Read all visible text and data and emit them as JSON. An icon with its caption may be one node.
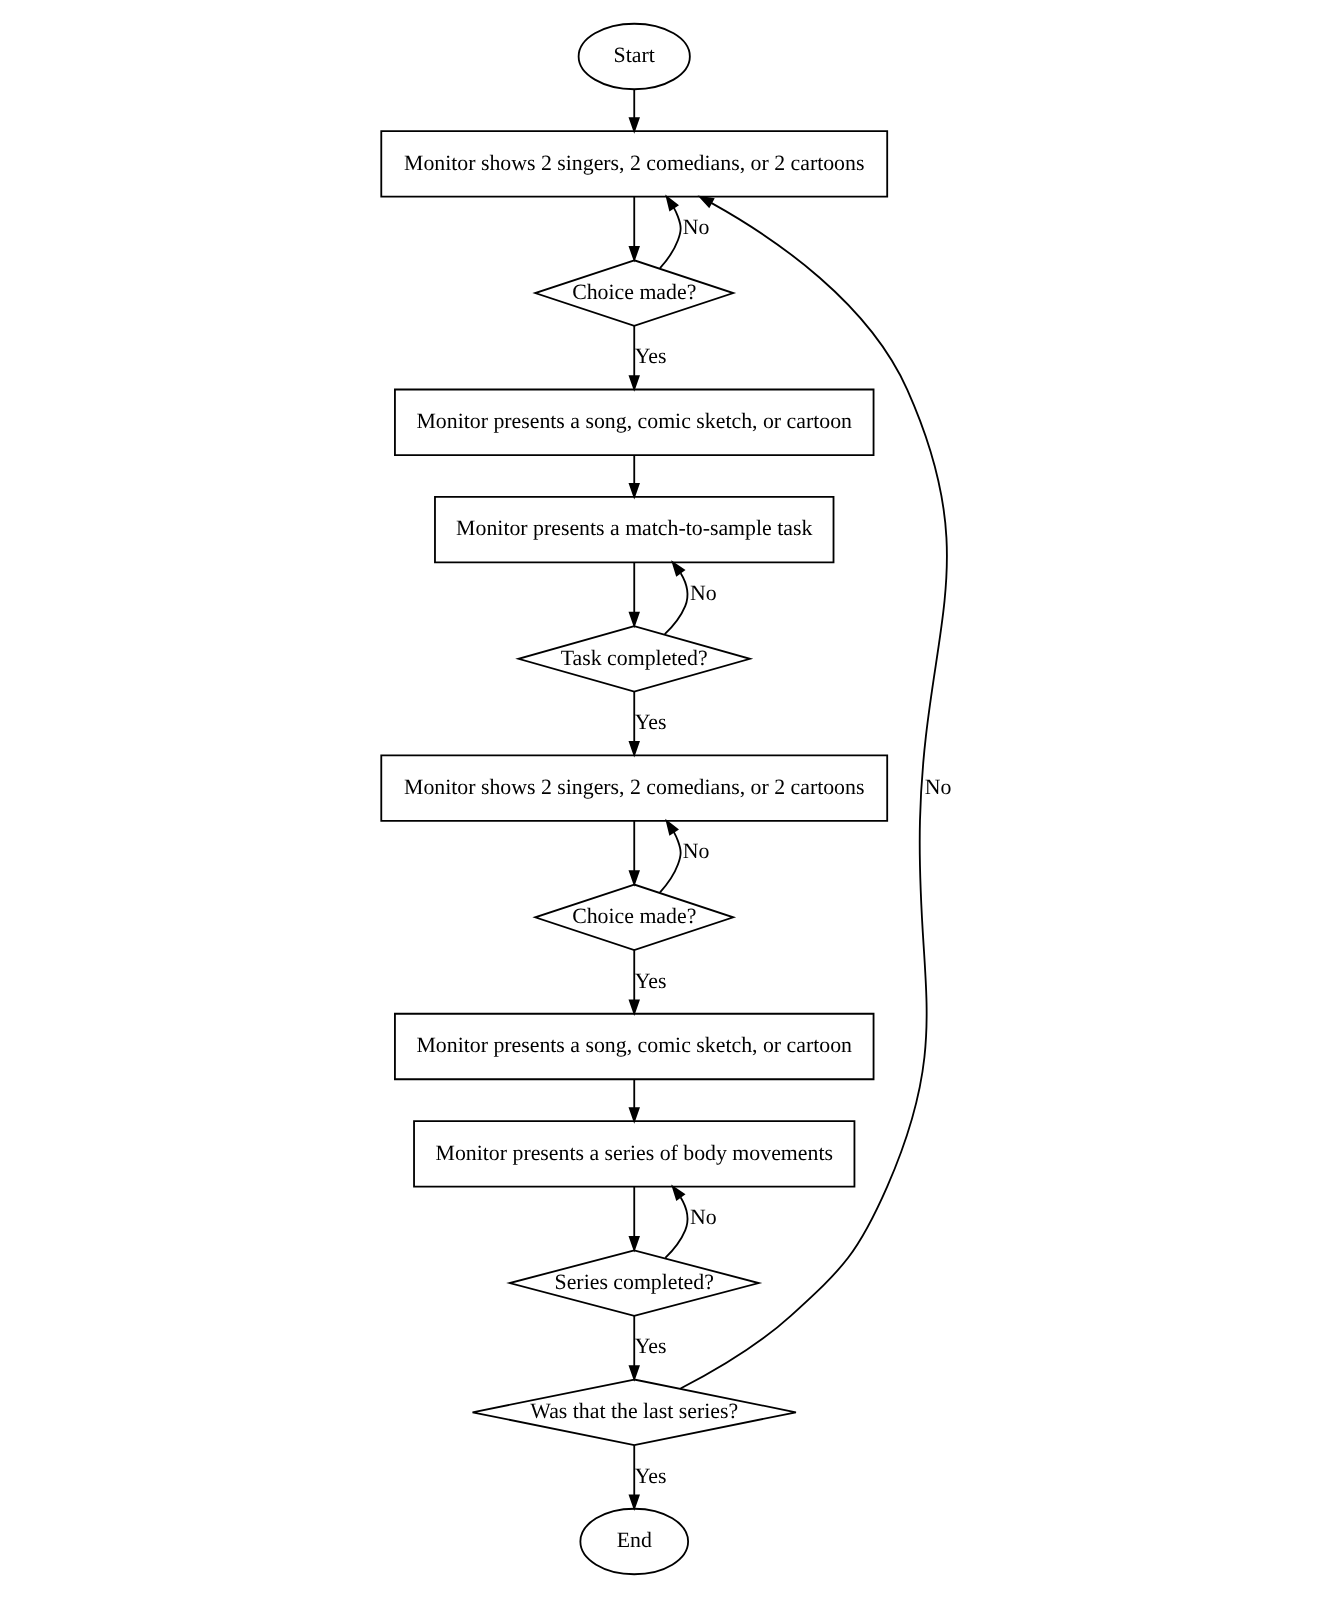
{
  "diagram": {
    "nodes": [
      {
        "text": [
          "Start"
        ]
      },
      {
        "text": [
          "Monitor shows 2 singers, 2 comedians, or 2 cartoons"
        ]
      },
      {
        "text": [
          "Choice made?"
        ]
      },
      {
        "text": [
          "Monitor presents a song, comic sketch, or cartoon"
        ]
      },
      {
        "text": [
          "Monitor presents a match-to-sample task"
        ]
      },
      {
        "text": [
          "Task completed?"
        ]
      },
      {
        "text": [
          "Monitor shows 2 singers, 2 comedians, or 2 cartoons"
        ]
      },
      {
        "text": [
          "Choice made?"
        ]
      },
      {
        "text": [
          "Monitor presents a song, comic sketch, or cartoon"
        ]
      },
      {
        "text": [
          "Monitor presents a series of body movements"
        ]
      },
      {
        "text": [
          "Series completed?"
        ]
      },
      {
        "text": [
          "Was that the last series?"
        ]
      },
      {
        "text": [
          "End"
        ]
      }
    ],
    "edges": [
      {
        "from": 0,
        "to": 1,
        "arrow": "to"
      },
      {
        "from": 1,
        "to": 2,
        "arrow": "to"
      },
      {
        "from": 2,
        "to": 1,
        "arrow": "to",
        "label": "No"
      },
      {
        "from": 2,
        "to": 3,
        "arrow": "to",
        "label": "Yes"
      },
      {
        "from": 3,
        "to": 4,
        "arrow": "to"
      },
      {
        "from": 4,
        "to": 5,
        "arrow": "to"
      },
      {
        "from": 5,
        "to": 4,
        "arrow": "to",
        "label": "No"
      },
      {
        "from": 5,
        "to": 6,
        "arrow": "to",
        "label": "Yes"
      },
      {
        "from": 6,
        "to": 7,
        "arrow": "to"
      },
      {
        "from": 7,
        "to": 6,
        "arrow": "to",
        "label": "No"
      },
      {
        "from": 7,
        "to": 8,
        "arrow": "to",
        "label": "Yes"
      },
      {
        "from": 8,
        "to": 9,
        "arrow": "to"
      },
      {
        "from": 9,
        "to": 10,
        "arrow": "to"
      },
      {
        "from": 10,
        "to": 9,
        "arrow": "to",
        "label": "No"
      },
      {
        "from": 10,
        "to": 11,
        "arrow": "to",
        "label": "Yes"
      },
      {
        "from": 11,
        "to": 1,
        "arrow": "to",
        "label": "No"
      },
      {
        "from": 11,
        "to": 12,
        "arrow": "to",
        "label": "Yes"
      }
    ]
  }
}
